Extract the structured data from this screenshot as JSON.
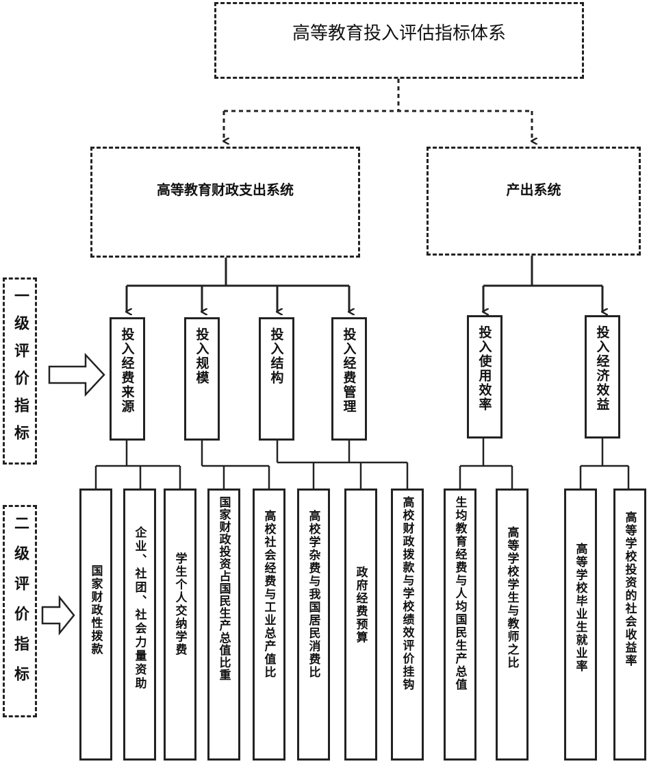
{
  "root": "高等教育投入评估指标体系",
  "systems": {
    "expenditure": "高等教育财政支出系统",
    "output": "产出系统"
  },
  "side_labels": {
    "level1": "一级评价指标",
    "level2": "二级评价指标"
  },
  "level1": [
    "投入经费来源",
    "投入规模",
    "投入结构",
    "投入经费管理",
    "投入使用效率",
    "投入经济效益"
  ],
  "level2": [
    "国家财政性拨款",
    "企业、社团、社会力量资助",
    "学生个人交纳学费",
    "国家财政投资占国民生产总值比重",
    "高校社会经费与工业总产值比",
    "高校学杂费与我国居民消费比",
    "政府经费预算",
    "高校财政拨款与学校绩效评价挂钩",
    "生均教育经费与人均国民生产总值",
    "高等学校学生与教师之比",
    "高等学校毕业生就业率",
    "高等学校投资的社会收益率"
  ]
}
